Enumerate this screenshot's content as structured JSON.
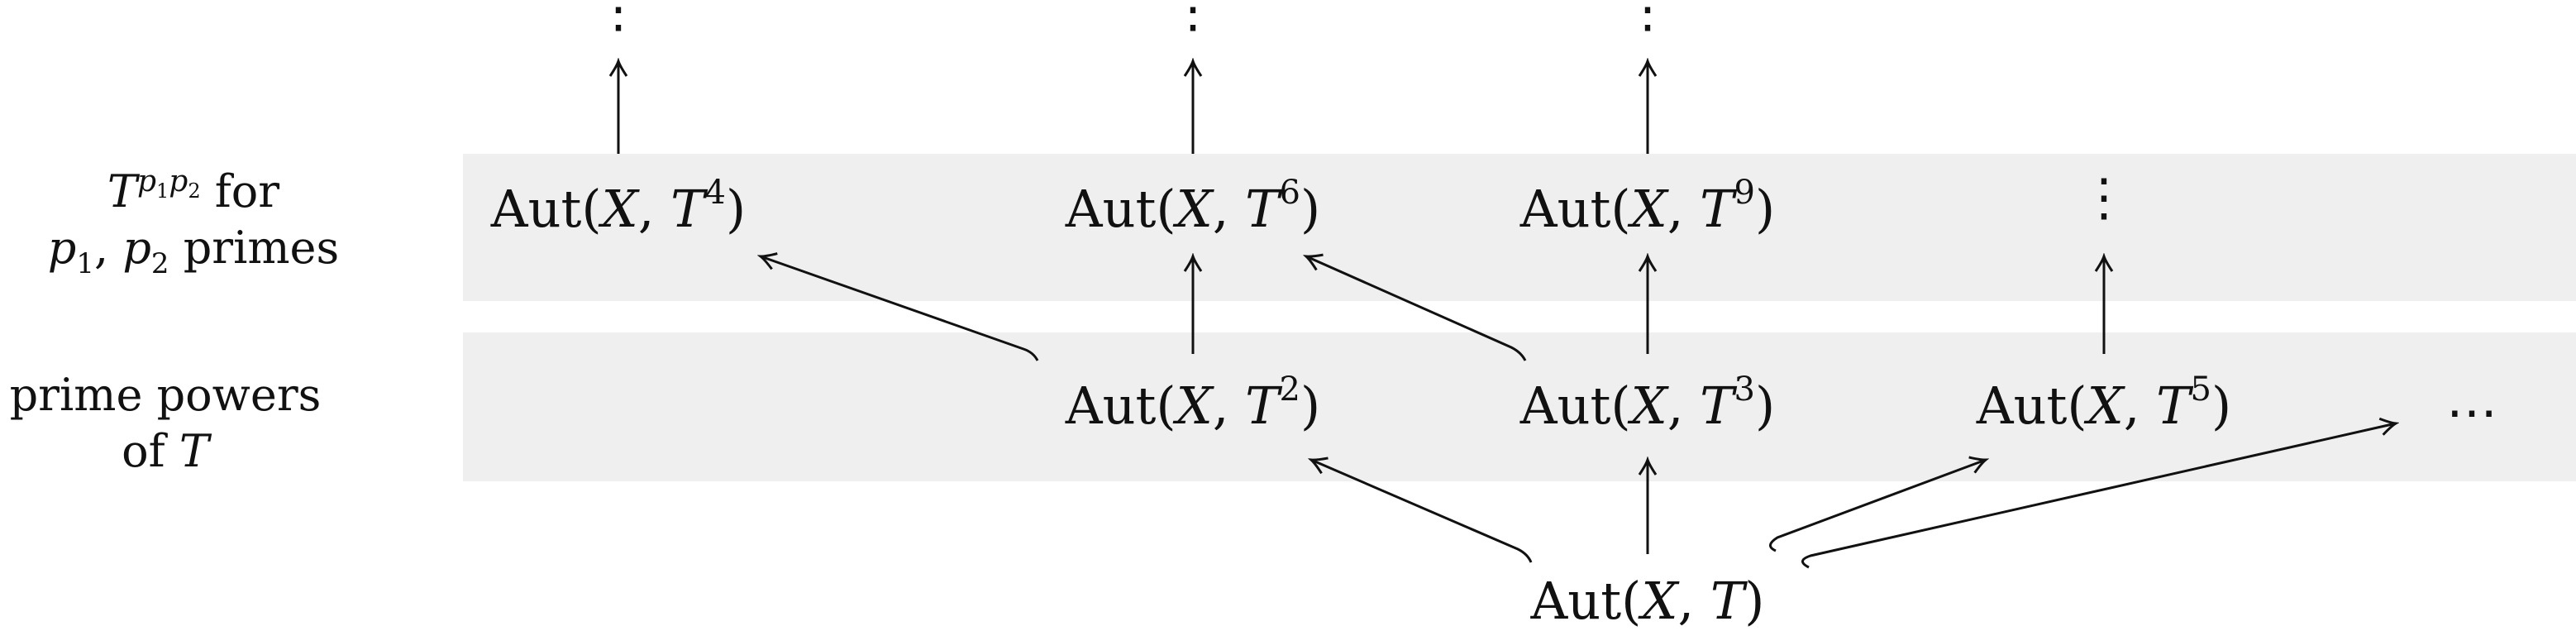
{
  "rows": {
    "top_label_line2_suffix": "primes",
    "top_label_line1_suffix": "for",
    "bottom_label_line1": "prime powers",
    "bottom_label_line2_prefix": "of"
  },
  "nodes": {
    "aut_prefix": "Aut(",
    "var_x": "X",
    "var_t": "T",
    "close": ")",
    "exp_4": "4",
    "exp_6": "6",
    "exp_9": "9",
    "exp_2": "2",
    "exp_3": "3",
    "exp_5": "5",
    "ellipsis": "⋯",
    "vdots": "⋮"
  }
}
